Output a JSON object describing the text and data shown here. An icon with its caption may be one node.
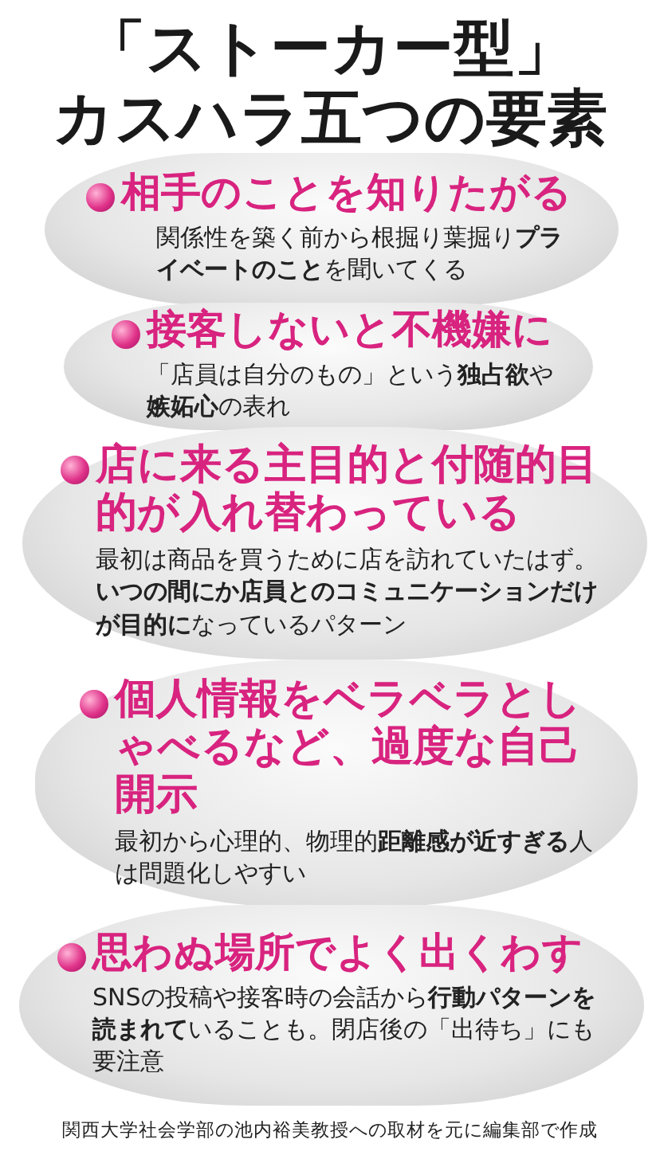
{
  "diagram": {
    "title": "「ストーカー型」カスハラ五つの要素",
    "nodes": [
      {
        "text": [
          "相手のことを知りたがる",
          "関係性を築く前から根掘り葉掘り**プライベートのこと**を聞いてくる"
        ]
      },
      {
        "text": [
          "接客しないと不機嫌に",
          "「店員は自分のもの」という**独占欲**や**嫉妬心**の表れ"
        ]
      },
      {
        "text": [
          "店に来る主目的と付随的目的が入れ替わっている",
          "最初は商品を買うために店を訪れていたはず。**いつの間にか店員とのコミュニケーションだけが目的に**なっているパターン"
        ]
      },
      {
        "text": [
          "個人情報をベラベラとしゃべるなど、過度な自己開示",
          "最初から心理的、物理的**距離感が近すぎる**人は問題化しやすい"
        ]
      },
      {
        "text": [
          "思わぬ場所でよく出くわす",
          "SNSの投稿や接客時の会話から**行動パターンを読まれて**いることも。閉店後の「出待ち」にも要注意"
        ]
      }
    ],
    "caption": "関西大学社会学部の池内裕美教授への取材を元に編集部で作成"
  }
}
